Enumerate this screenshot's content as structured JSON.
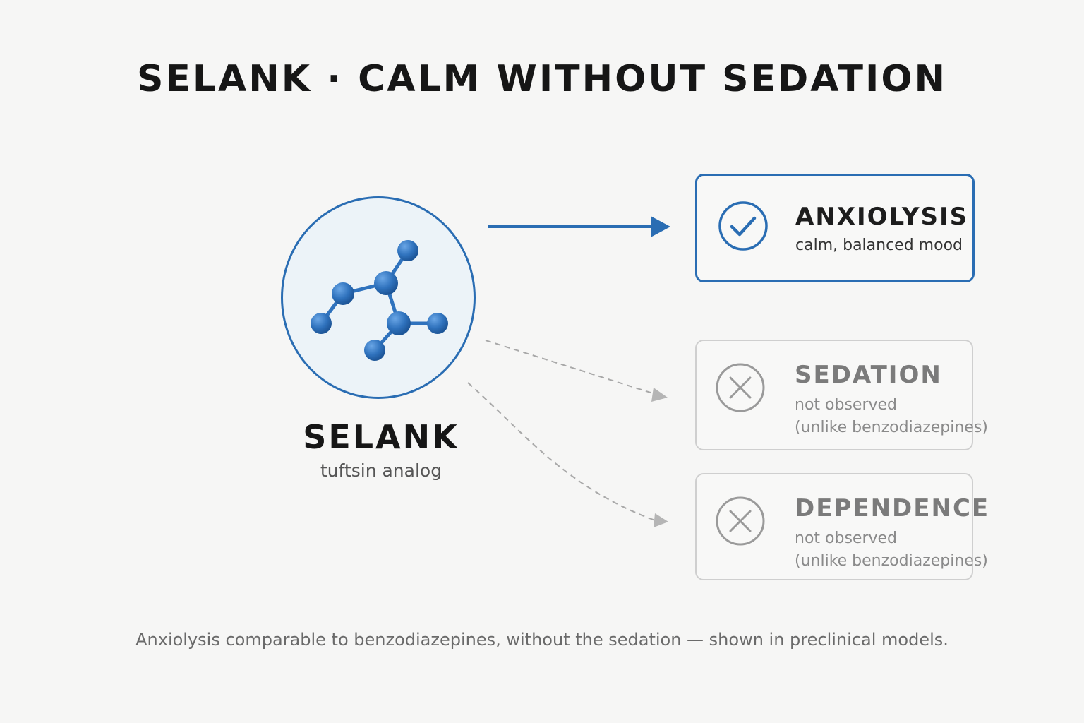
{
  "title": "SELANK · CALM WITHOUT SEDATION",
  "compound": {
    "name": "SELANK",
    "subtitle": "tuftsin analog",
    "icon": "molecule-icon"
  },
  "outcomes": [
    {
      "heading": "ANXIOLYSIS",
      "line1": "calm, balanced mood",
      "icon": "check-circle-icon",
      "status": "observed"
    },
    {
      "heading": "SEDATION",
      "line1": "not observed",
      "line2": "(unlike benzodiazepines)",
      "icon": "x-circle-icon",
      "status": "not observed"
    },
    {
      "heading": "DEPENDENCE",
      "line1": "not observed",
      "line2": "(unlike benzodiazepines)",
      "icon": "x-circle-icon",
      "status": "not observed"
    }
  ],
  "footnote": "Anxiolysis comparable to benzodiazepines, without the sedation — shown in preclinical models.",
  "colors": {
    "accent": "#2a6db3",
    "muted": "#9a9a9a",
    "background": "#f6f6f5"
  }
}
